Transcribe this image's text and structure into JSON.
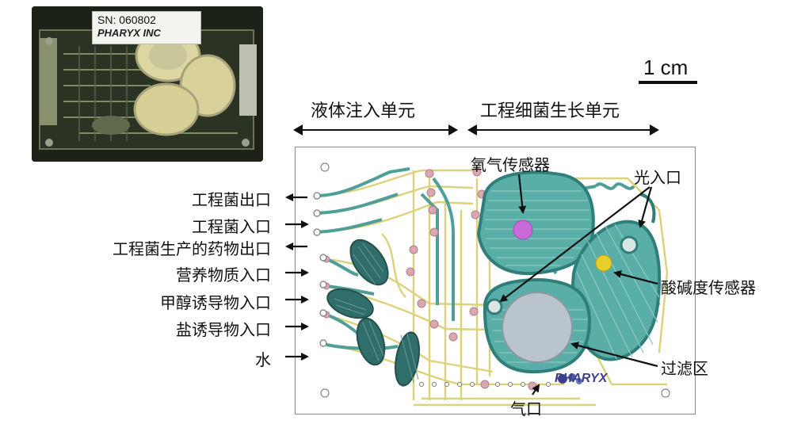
{
  "photo": {
    "serial": "SN: 060802",
    "maker": "PHARYX INC"
  },
  "scale_bar": {
    "label": "1 cm"
  },
  "sections": {
    "liquid_injection": "液体注入单元",
    "bacteria_growth": "工程细菌生长单元"
  },
  "ports": [
    {
      "label": "工程菌出口",
      "direction": "out"
    },
    {
      "label": "工程菌入口",
      "direction": "in"
    },
    {
      "label": "工程菌生产的药物出口",
      "direction": "out"
    },
    {
      "label": "营养物质入口",
      "direction": "in"
    },
    {
      "label": "甲醇诱导物入口",
      "direction": "in"
    },
    {
      "label": "盐诱导物入口",
      "direction": "in"
    },
    {
      "label": "水",
      "direction": "in"
    }
  ],
  "callouts": {
    "oxygen_sensor": "氧气传感器",
    "light_inlet": "光入口",
    "ph_sensor": "酸碱度传感器",
    "filter_zone": "过滤区",
    "air_port": "气口"
  },
  "chip_brand": "PHARYX",
  "colors": {
    "chamber_fill": "#5aaea8",
    "chamber_stroke": "#2f7e7a",
    "channel_teal": "#4f9f98",
    "channel_yellow": "#dcd27a",
    "oxygen_dot": "#c86ad8",
    "ph_dot": "#e6cf2a",
    "filter_fill": "#b9c4cc"
  }
}
